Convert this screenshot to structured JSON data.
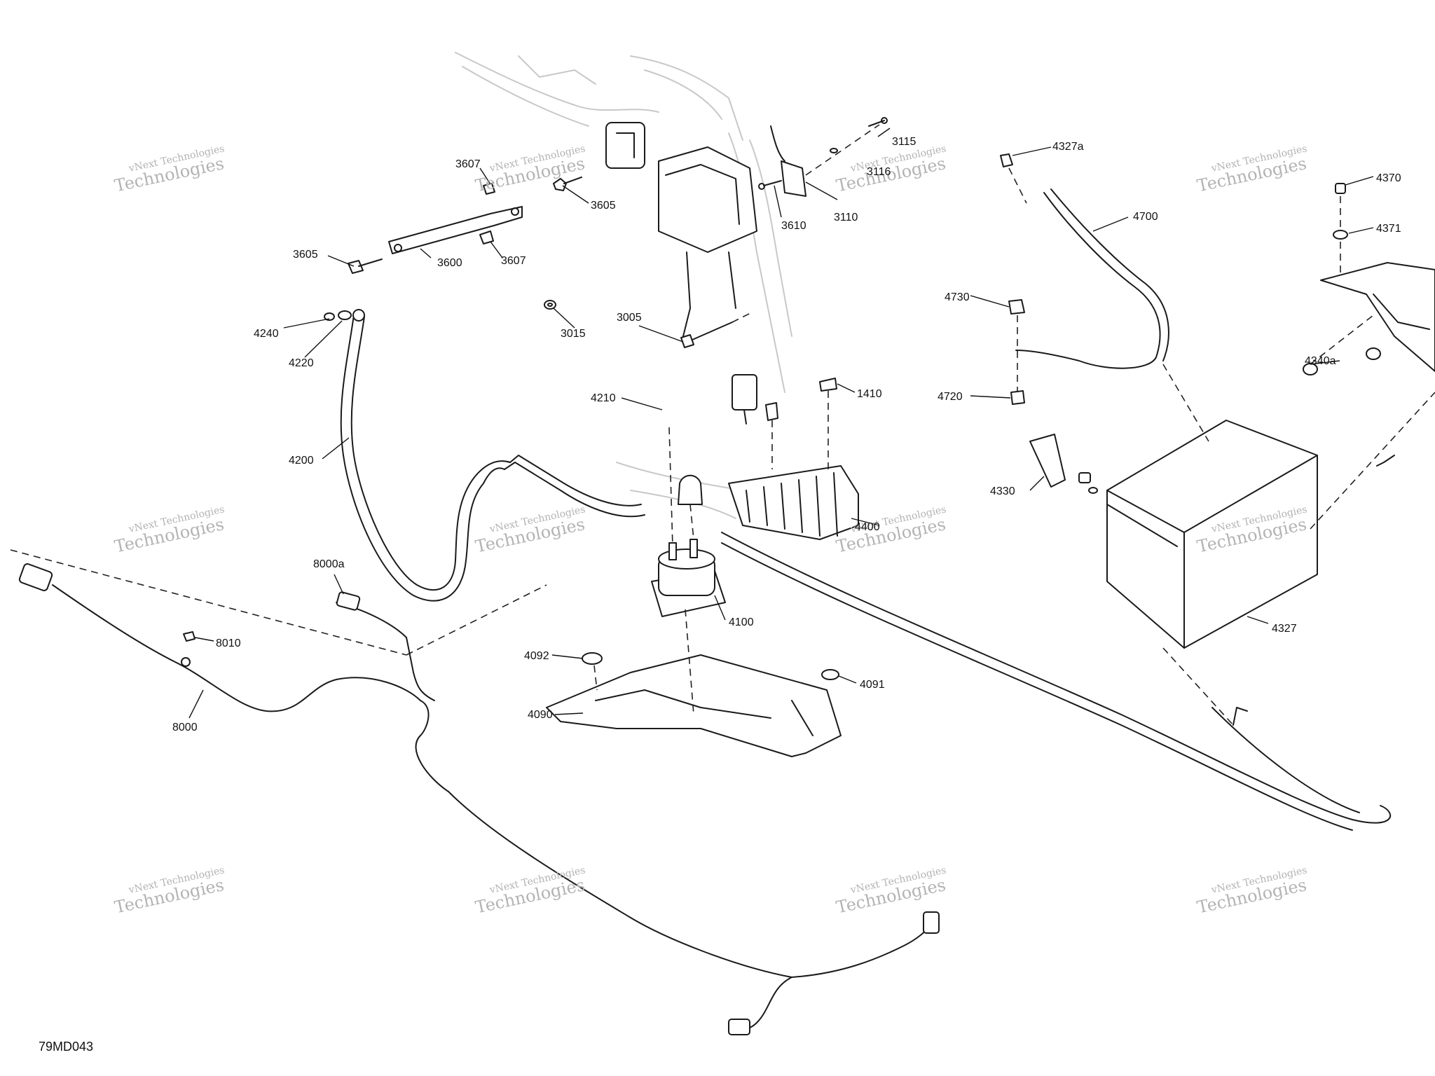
{
  "diagram_id": "79MD043",
  "watermark": {
    "line1": "vNext Technologies",
    "line2": "Technologies"
  },
  "callouts": {
    "c3115": "3115",
    "c3116": "3116",
    "c3110": "3110",
    "c3610": "3610",
    "c3607a": "3607",
    "c3605a": "3605",
    "c3605b": "3605",
    "c3600": "3600",
    "c3607b": "3607",
    "c3015": "3015",
    "c3005": "3005",
    "c4240": "4240",
    "c4220": "4220",
    "c4200": "4200",
    "c4210": "4210",
    "c1410": "1410",
    "c4400": "4400",
    "c4327a": "4327a",
    "c4700": "4700",
    "c4730": "4730",
    "c4720": "4720",
    "c4370": "4370",
    "c4371": "4371",
    "c4340a": "4340a",
    "c4330": "4330",
    "c4327": "4327",
    "c8000a": "8000a",
    "c8010": "8010",
    "c8000": "8000",
    "c4100": "4100",
    "c4092": "4092",
    "c4091": "4091",
    "c4090": "4090"
  }
}
